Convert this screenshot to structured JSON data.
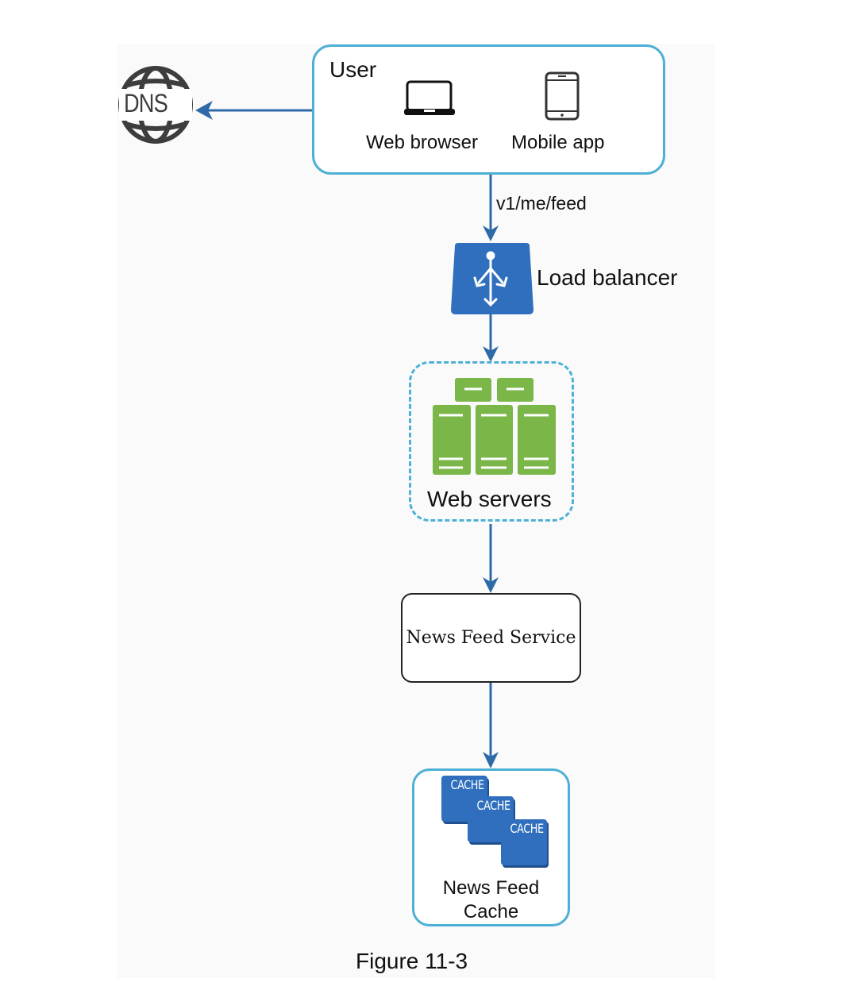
{
  "diagram": {
    "caption": "Figure 11-3",
    "colors": {
      "arrow": "#2e6aa8",
      "box_border": "#4db0d6",
      "load_balancer": "#2f6fbd",
      "server_green": "#7ab648",
      "cache_blue": "#2f6fbd",
      "dns_gray": "#3d3d3d"
    },
    "dns": {
      "label": "DNS",
      "icon": "globe-icon"
    },
    "user": {
      "title": "User",
      "clients": [
        {
          "label": "Web browser",
          "icon": "laptop-icon"
        },
        {
          "label": "Mobile app",
          "icon": "mobile-phone-icon"
        }
      ]
    },
    "edges": [
      {
        "from": "user",
        "to": "dns",
        "label": ""
      },
      {
        "from": "user",
        "to": "load_balancer",
        "label": "v1/me/feed"
      },
      {
        "from": "load_balancer",
        "to": "web_servers",
        "label": ""
      },
      {
        "from": "web_servers",
        "to": "news_feed_service",
        "label": ""
      },
      {
        "from": "news_feed_service",
        "to": "news_feed_cache",
        "label": ""
      }
    ],
    "load_balancer": {
      "label": "Load balancer",
      "icon": "load-balancer-icon"
    },
    "web_servers": {
      "label": "Web servers",
      "icon": "server-rack-icon"
    },
    "news_feed_service": {
      "label": "News Feed Service"
    },
    "news_feed_cache": {
      "label_line1": "News Feed",
      "label_line2": "Cache",
      "tiles": [
        "CACHE",
        "CACHE",
        "CACHE"
      ]
    }
  }
}
